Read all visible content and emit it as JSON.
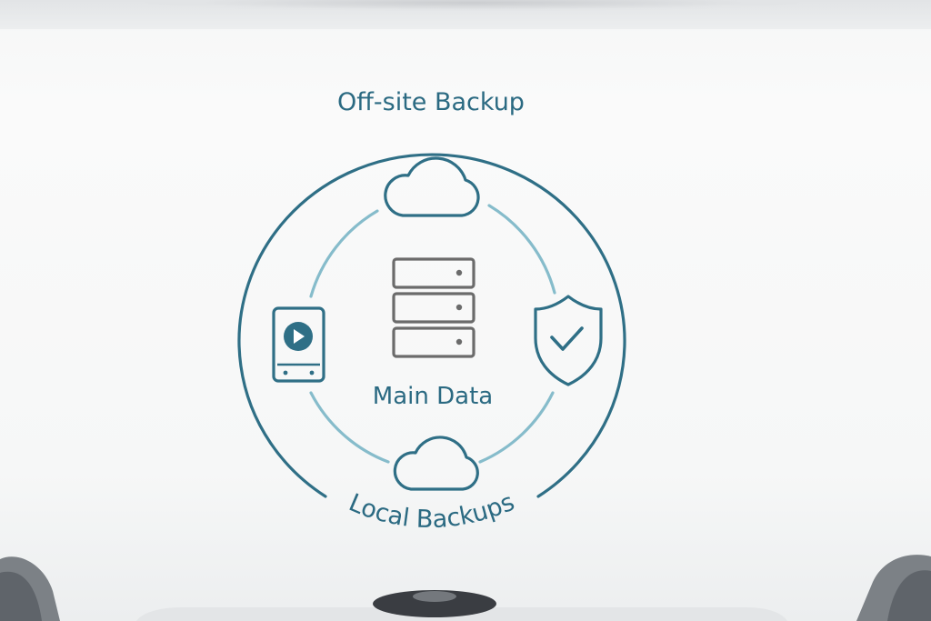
{
  "diagram": {
    "outer_label": "Off-site Backup",
    "center_label": "Main Data",
    "bottom_label": "Local Backups"
  },
  "colors": {
    "outer_ring": "#2f6f86",
    "inner_ring": "#86bccb",
    "server_icon": "#6b6b6b",
    "accent": "#2b6a82"
  }
}
